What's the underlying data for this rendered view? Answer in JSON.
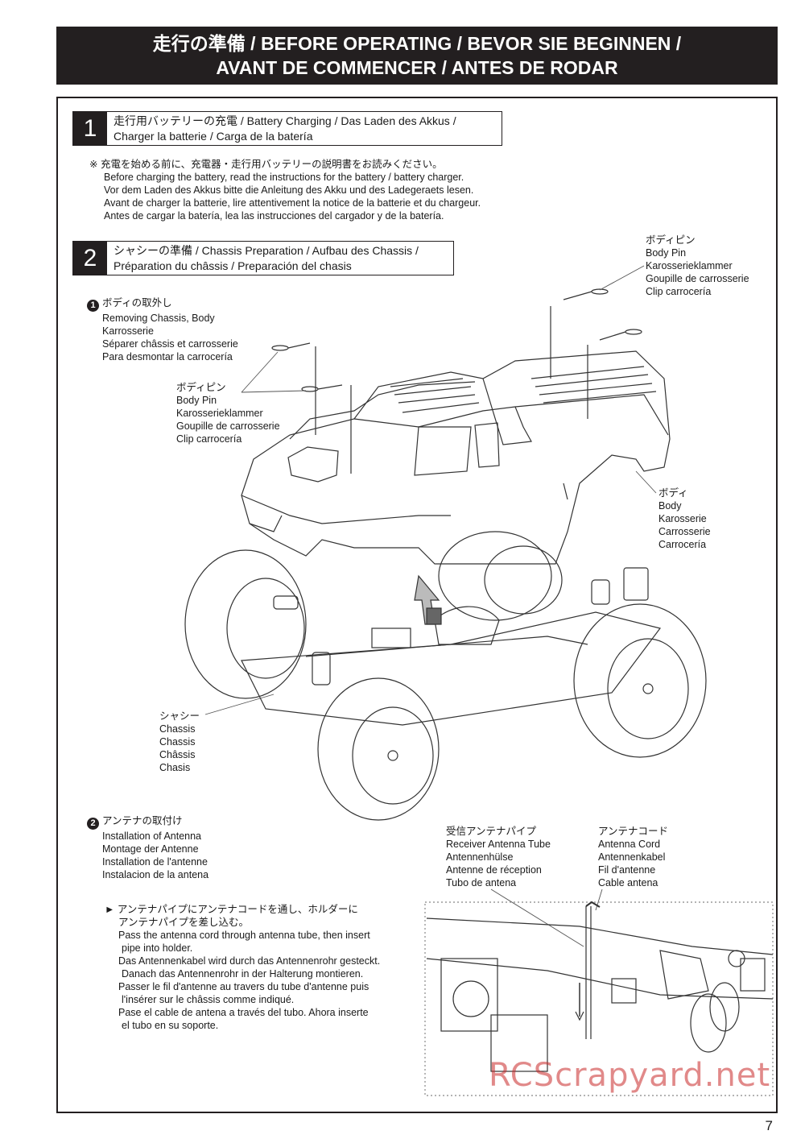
{
  "header": {
    "line1": "走行の準備 / BEFORE OPERATING / BEVOR SIE BEGINNEN /",
    "line2": "AVANT DE COMMENCER / ANTES DE RODAR"
  },
  "section1": {
    "number": "1",
    "title_line1": "走行用バッテリーの充電 / Battery Charging / Das Laden des Akkus /",
    "title_line2": "Charger la batterie / Carga de la batería",
    "note": [
      "※ 充電を始める前に、充電器・走行用バッテリーの説明書をお読みください。",
      "Before charging the battery, read the instructions for the battery / battery charger.",
      "Vor dem Laden des Akkus bitte die Anleitung des Akku und des Ladegeraets lesen.",
      "Avant de charger la batterie, lire attentivement la notice de la batterie et du chargeur.",
      "Antes de cargar la batería, lea las instrucciones del cargador y de la batería."
    ]
  },
  "section2": {
    "number": "2",
    "title_line1": "シャシーの準備 / Chassis Preparation / Aufbau des Chassis /",
    "title_line2": "Préparation du châssis / Preparación del chasis"
  },
  "step1": {
    "bullet": "1",
    "lines": [
      "ボディの取外し",
      "Removing Chassis, Body",
      "Karrosserie",
      "Séparer châssis et carrosserie",
      "Para desmontar la carrocería"
    ]
  },
  "body_pin_left": [
    "ボディピン",
    "Body Pin",
    "Karosserieklammer",
    "Goupille de carrosserie",
    "Clip carrocería"
  ],
  "body_pin_right": [
    "ボディピン",
    "Body Pin",
    "Karosserieklammer",
    "Goupille de carrosserie",
    "Clip carrocería"
  ],
  "body_label": [
    "ボディ",
    "Body",
    "Karosserie",
    "Carrosserie",
    "Carrocería"
  ],
  "chassis_label": [
    "シャシー",
    "Chassis",
    "Chassis",
    "Châssis",
    "Chasis"
  ],
  "step2": {
    "bullet": "2",
    "lines": [
      "アンテナの取付け",
      "Installation of Antenna",
      "Montage der Antenne",
      "Installation de l'antenne",
      "Instalacion de la antena"
    ]
  },
  "antenna_tube_label": [
    "受信アンテナパイプ",
    "Receiver Antenna Tube",
    "Antennenhülse",
    "Antenne de réception",
    "Tubo de antena"
  ],
  "antenna_cord_label": [
    "アンテナコード",
    "Antenna Cord",
    "Antennenkabel",
    "Fil d'antenne",
    "Cable antena"
  ],
  "instruction": {
    "marker": "►",
    "lines": [
      "アンテナパイプにアンテナコードを通し、ホルダーに",
      "アンテナパイプを差し込む。",
      "Pass the antenna cord through antenna tube, then insert",
      " pipe into holder.",
      "Das Antennenkabel wird durch das Antennenrohr gesteckt.",
      " Danach das Antennenrohr in der Halterung montieren.",
      "Passer le fil d'antenne au travers du tube d'antenne puis",
      " l'insérer sur le châssis comme indiqué.",
      "Pase el cable de antena a través del tubo.  Ahora inserte",
      " el tubo en su soporte."
    ]
  },
  "page_number": "7",
  "watermark": "RCScrapyard.net"
}
